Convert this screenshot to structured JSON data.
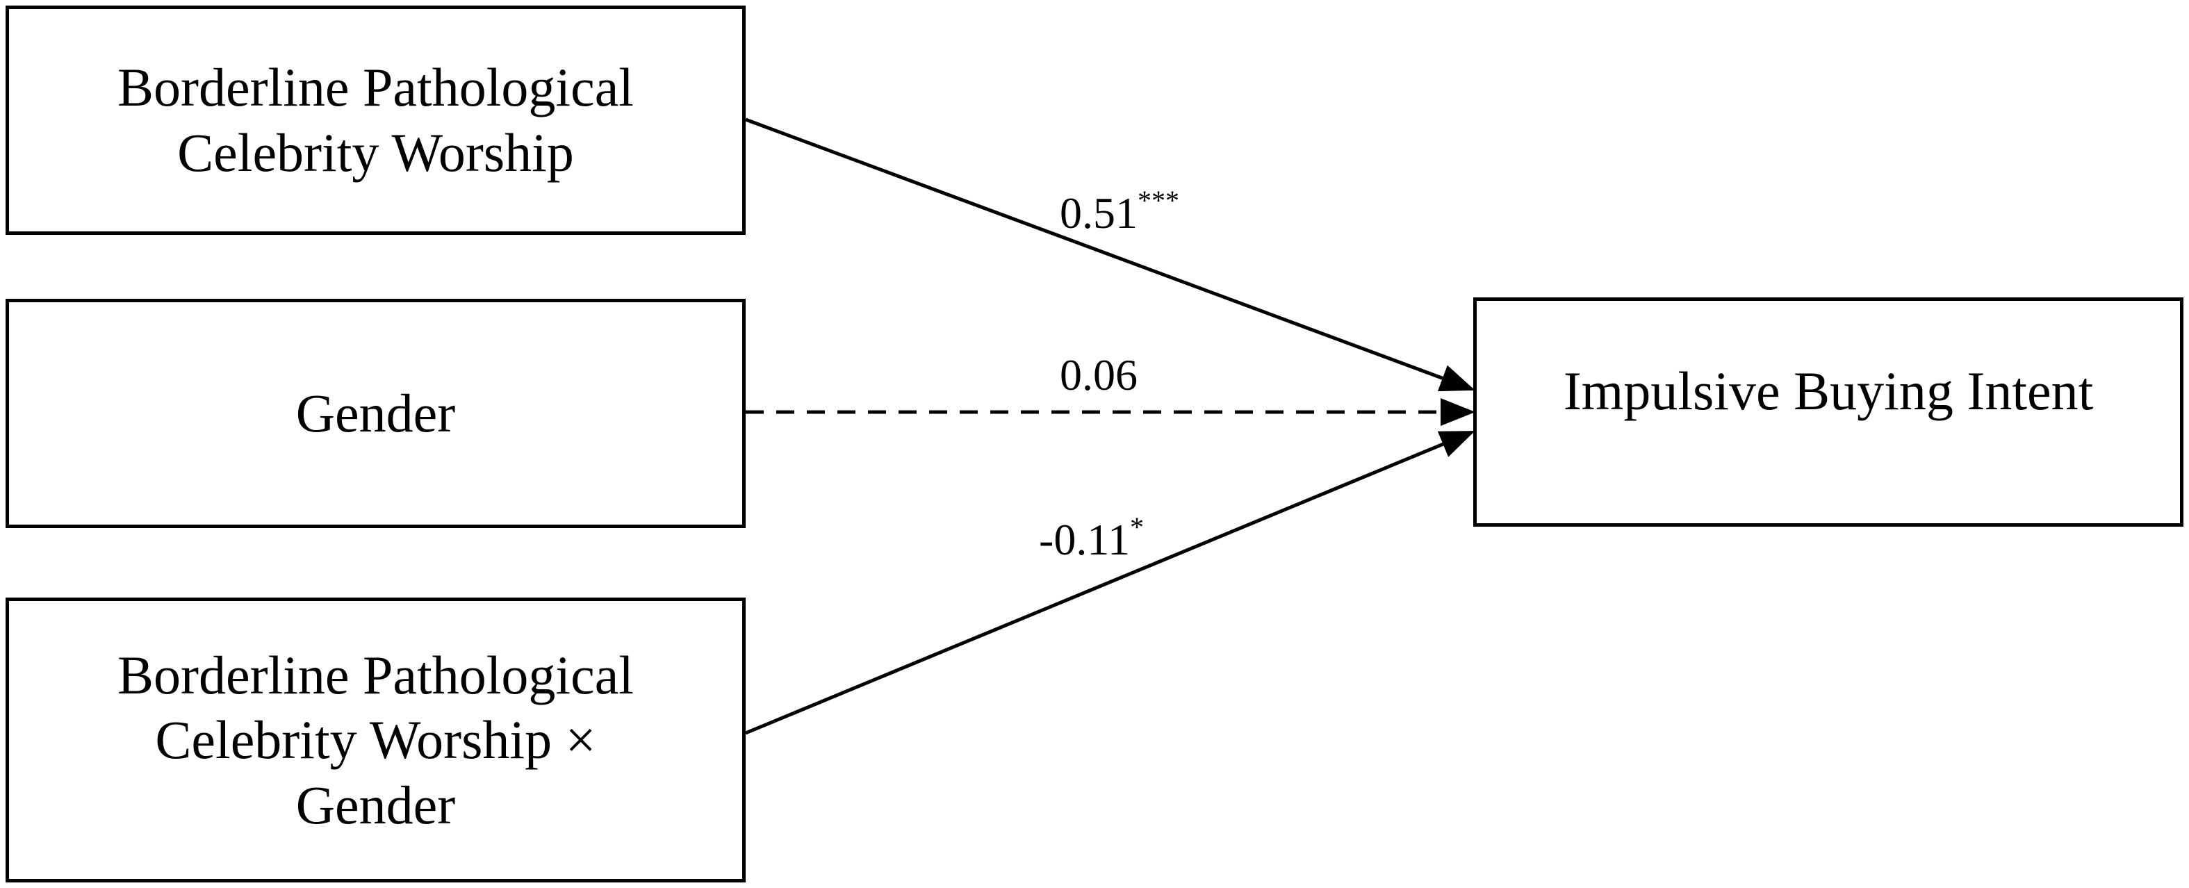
{
  "nodes": {
    "predictor": {
      "line1": "Borderline Pathological",
      "line2": "Celebrity Worship"
    },
    "moderator": {
      "line1": "Gender"
    },
    "interaction": {
      "line1": "Borderline Pathological",
      "line2": "Celebrity Worship ×",
      "line3": "Gender"
    },
    "outcome": {
      "line1": "Impulsive Buying Intent"
    }
  },
  "paths": {
    "predictor_to_outcome": {
      "value": "0.51",
      "significance": "***",
      "style": "solid"
    },
    "moderator_to_outcome": {
      "value": "0.06",
      "significance": "",
      "style": "dashed"
    },
    "interaction_to_outcome": {
      "value": "-0.11",
      "significance": "*",
      "style": "solid"
    }
  },
  "colors": {
    "stroke": "#000000",
    "background": "#ffffff"
  }
}
